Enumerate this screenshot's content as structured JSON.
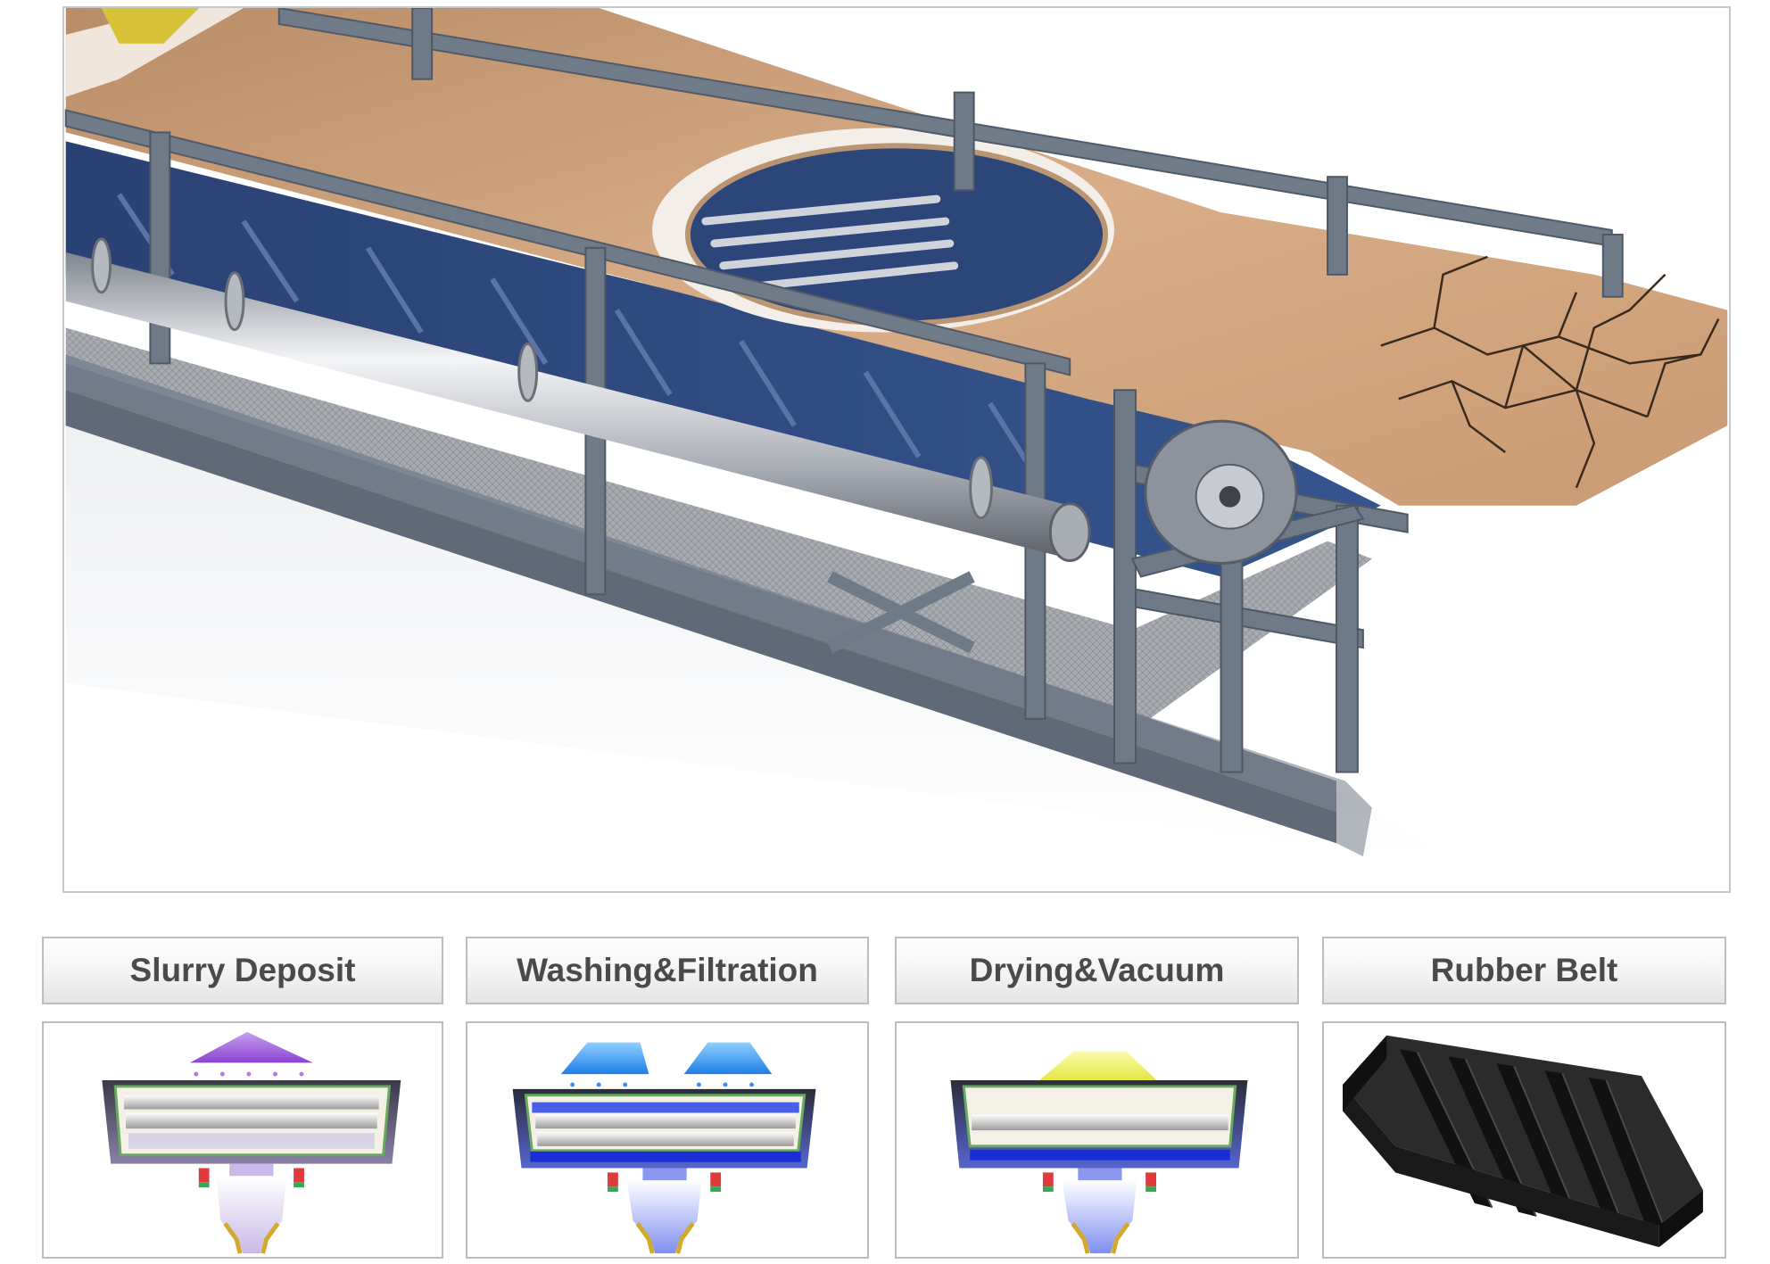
{
  "hero": {
    "icon": "belt-filter-machine-illustration"
  },
  "tabs": [
    {
      "label": "Slurry Deposit",
      "icon": "slurry-deposit-diagram",
      "nozzle_color": "#9b59d6"
    },
    {
      "label": "Washing&Filtration",
      "icon": "washing-filtration-diagram",
      "nozzle_color": "#2a8ef0"
    },
    {
      "label": "Drying&Vacuum",
      "icon": "drying-vacuum-diagram",
      "nozzle_color": "#e6e640"
    },
    {
      "label": "Rubber Belt",
      "icon": "rubber-belt-diagram",
      "belt_color": "#1e1e1e"
    }
  ],
  "colors": {
    "cake": "#cfa27a",
    "frame": "#6f7a88",
    "tray": "#2f4c82",
    "pipe": "#c9ccd2"
  }
}
